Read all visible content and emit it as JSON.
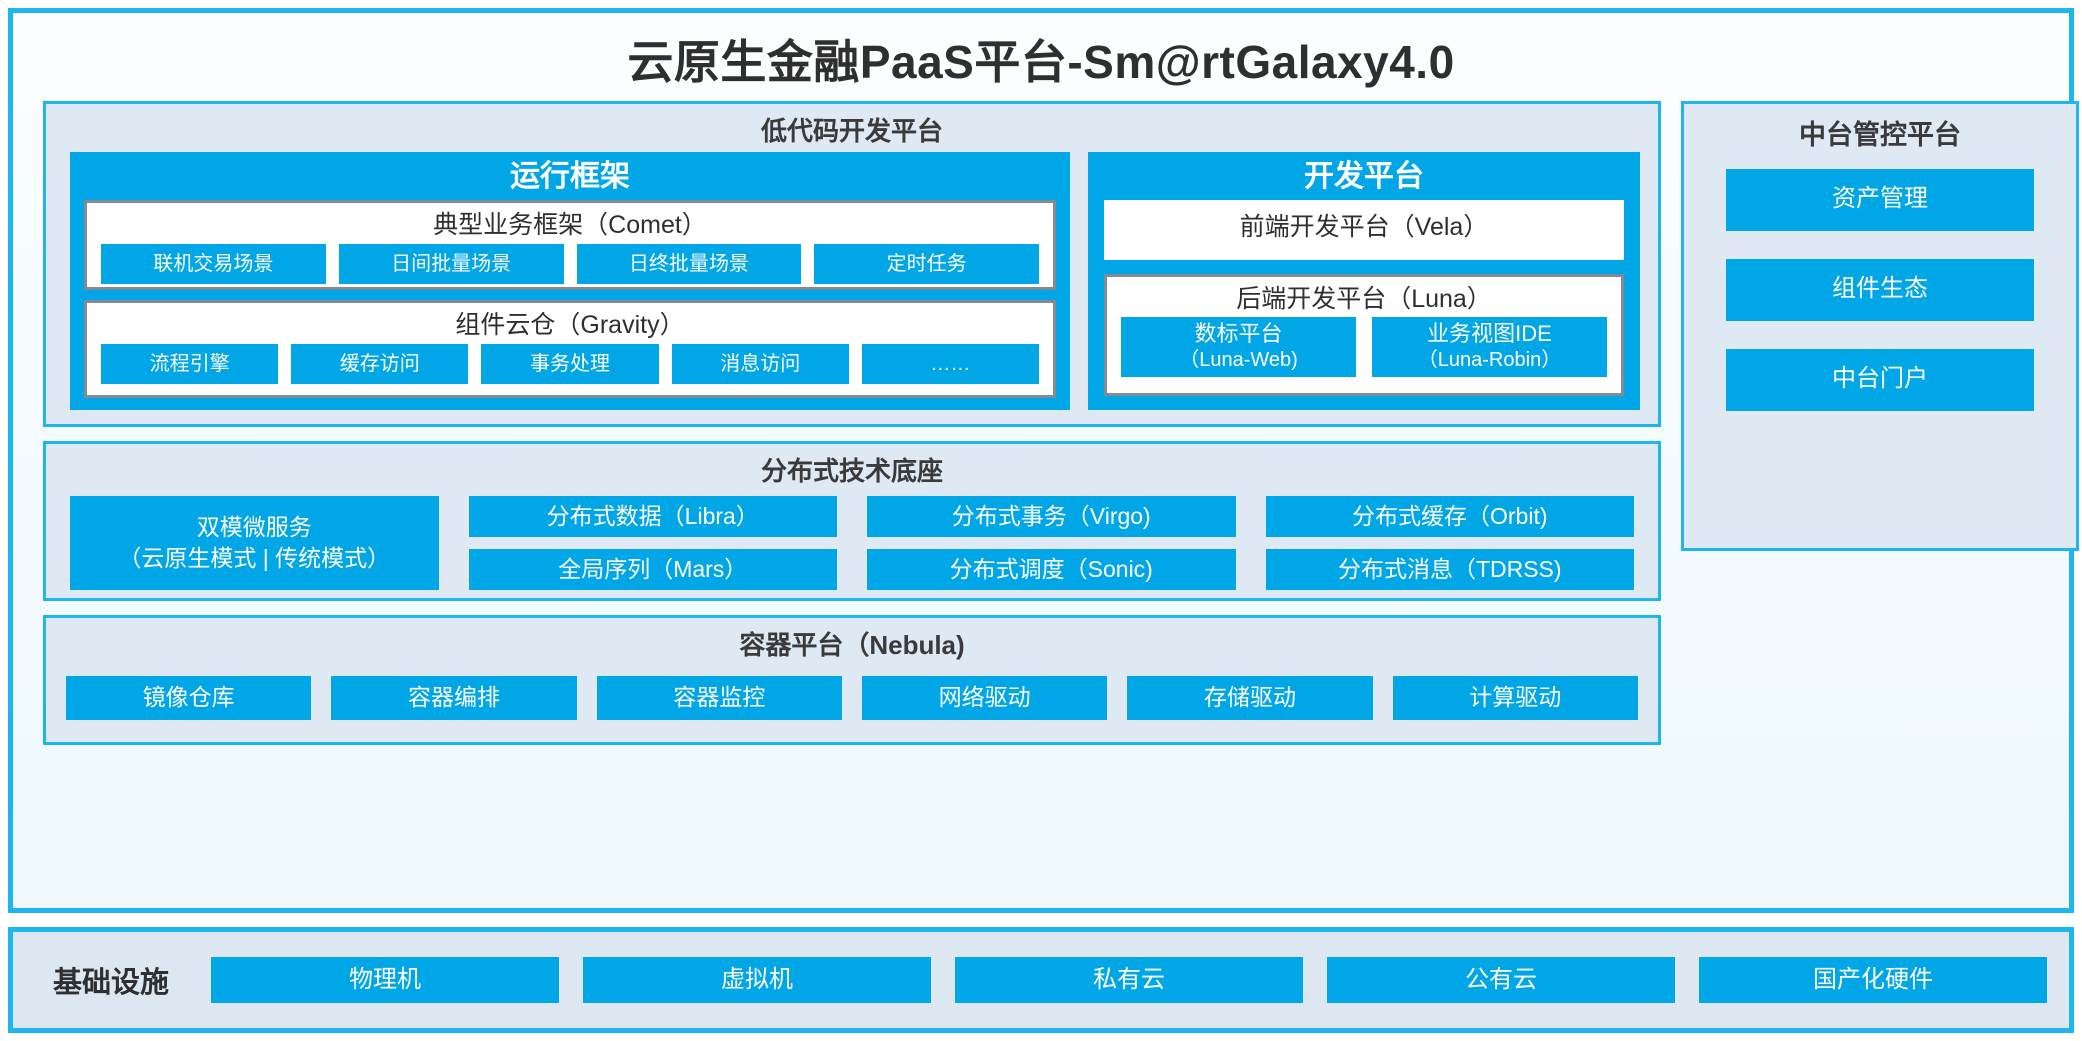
{
  "title": "云原生金融PaaS平台-Sm@rtGalaxy4.0",
  "lowcode": {
    "title": "低代码开发平台",
    "runtime": {
      "title": "运行框架",
      "comet": {
        "title": "典型业务框架（Comet）",
        "items": [
          "联机交易场景",
          "日间批量场景",
          "日终批量场景",
          "定时任务"
        ]
      },
      "gravity": {
        "title": "组件云仓（Gravity）",
        "items": [
          "流程引擎",
          "缓存访问",
          "事务处理",
          "消息访问",
          "……"
        ]
      }
    },
    "devplatform": {
      "title": "开发平台",
      "vela": "前端开发平台（Vela）",
      "luna": {
        "title": "后端开发平台（Luna）",
        "items": [
          {
            "name": "数标平台",
            "code": "（Luna-Web)"
          },
          {
            "name": "业务视图IDE",
            "code": "（Luna-Robin）"
          }
        ]
      }
    }
  },
  "control": {
    "title": "中台管控平台",
    "items": [
      "资产管理",
      "组件生态",
      "中台门户"
    ]
  },
  "distbase": {
    "title": "分布式技术底座",
    "wide": {
      "name": "双模微服务",
      "mode": "（云原生模式 | 传统模式）"
    },
    "columns": [
      [
        "分布式数据（Libra）",
        "全局序列（Mars）"
      ],
      [
        "分布式事务（Virgo)",
        "分布式调度（Sonic)"
      ],
      [
        "分布式缓存（Orbit)",
        "分布式消息（TDRSS)"
      ]
    ]
  },
  "container": {
    "title": "容器平台（Nebula)",
    "items": [
      "镜像仓库",
      "容器编排",
      "容器监控",
      "网络驱动",
      "存储驱动",
      "计算驱动"
    ]
  },
  "infra": {
    "label": "基础设施",
    "items": [
      "物理机",
      "虚拟机",
      "私有云",
      "公有云",
      "国产化硬件"
    ]
  },
  "colors": {
    "accent_blue": "#00a6e6",
    "frame_blue": "#1fb6f0",
    "panel_bg": "#dfe9f4",
    "infra_bg": "#dce7f2"
  }
}
